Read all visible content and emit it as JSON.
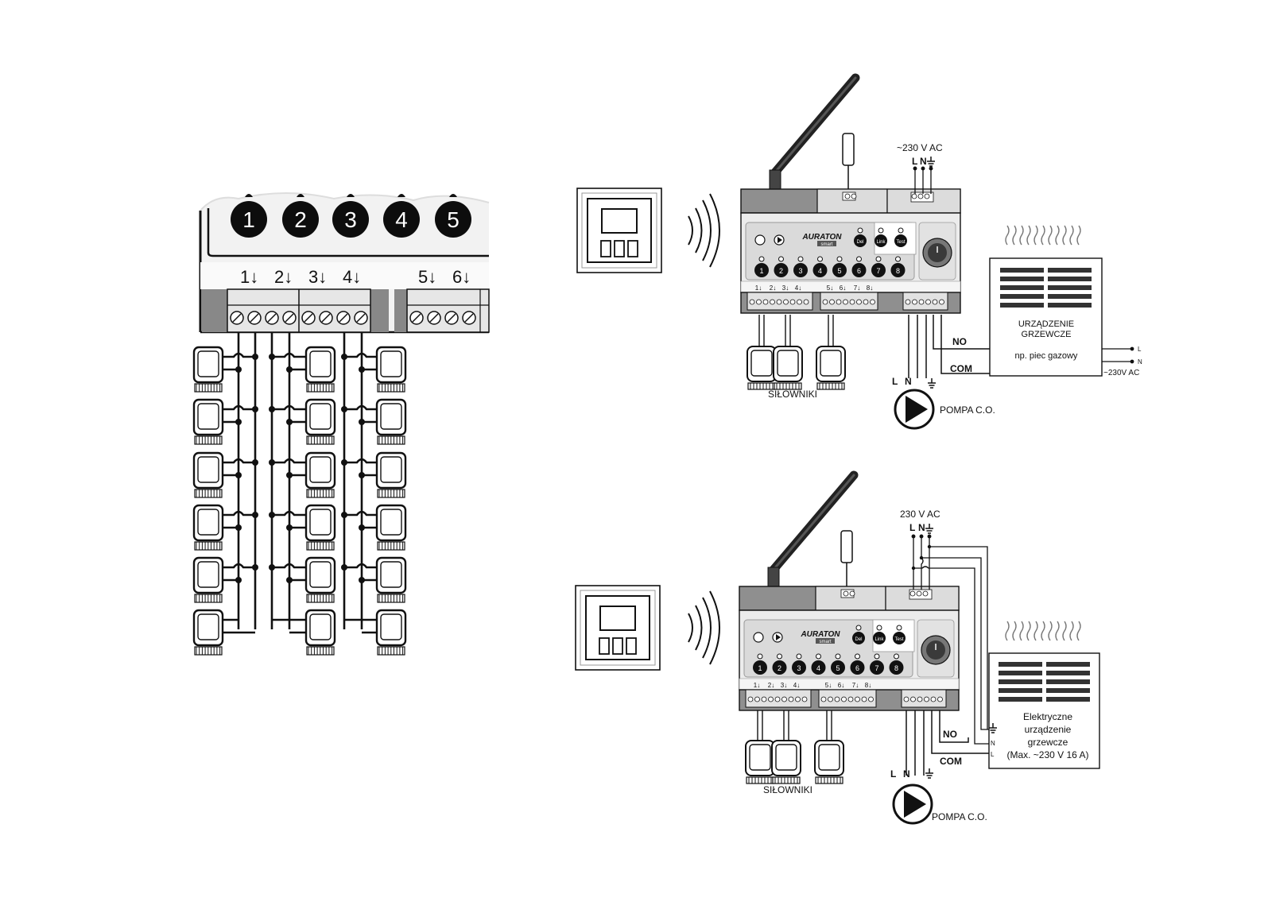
{
  "zoom_panel": {
    "big_channels": [
      "1",
      "2",
      "3",
      "4",
      "5"
    ],
    "terminal_labels": [
      "1↓",
      "2↓",
      "3↓",
      "4↓",
      "5↓",
      "6↓"
    ]
  },
  "controller": {
    "brand": "AURATON",
    "brand_sub": "smart",
    "button_del": "Del",
    "button_link": "Link",
    "button_test": "Test",
    "channels": [
      "1",
      "2",
      "3",
      "4",
      "5",
      "6",
      "7",
      "8"
    ],
    "terminal_labels": [
      "1↓",
      "2↓",
      "3↓",
      "4↓",
      "5↓",
      "6↓",
      "7↓",
      "8↓"
    ]
  },
  "top_diagram": {
    "supply_label": "~230 V AC",
    "supply_L": "L",
    "supply_N": "N",
    "no_label": "NO",
    "com_label": "COM",
    "actuators_label": "SIŁOWNIKI",
    "pump_L": "L",
    "pump_N": "N",
    "pump_label": "POMPA C.O.",
    "heater_title_1": "URZĄDZENIE",
    "heater_title_2": "GRZEWCZE",
    "heater_subtitle": "np. piec gazowy",
    "heater_L": "L",
    "heater_N": "N",
    "heater_supply": "~230V AC"
  },
  "bottom_diagram": {
    "supply_label": "230 V AC",
    "supply_L": "L",
    "supply_N": "N",
    "no_label": "NO",
    "com_label": "COM",
    "actuators_label": "SIŁOWNIKI",
    "pump_L": "L",
    "pump_N": "N",
    "pump_label": "POMPA C.O.",
    "heater_line_1": "Elektryczne",
    "heater_line_2": "urządzenie",
    "heater_line_3": "grzewcze",
    "heater_line_4": "(Max. ~230 V 16 A)",
    "heater_N": "N",
    "heater_L": "L"
  }
}
